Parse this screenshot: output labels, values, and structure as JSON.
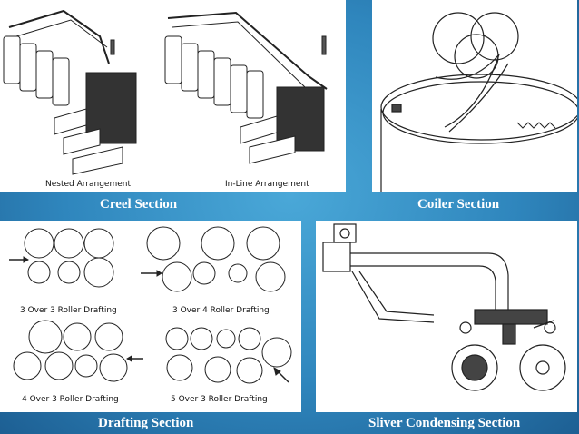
{
  "panels": {
    "creel": {
      "caption": "Creel Section",
      "labels": {
        "left": "Nested Arrangement",
        "right": "In-Line Arrangement"
      }
    },
    "coiler": {
      "caption": "Coiler Section"
    },
    "drafting": {
      "caption": "Drafting Section",
      "labels": {
        "a": "3 Over 3 Roller Drafting",
        "b": "3 Over 4 Roller Drafting",
        "c": "4 Over 3 Roller Drafting",
        "d": "5 Over 3 Roller Drafting"
      }
    },
    "sliver": {
      "caption": "Sliver Condensing Section"
    }
  }
}
